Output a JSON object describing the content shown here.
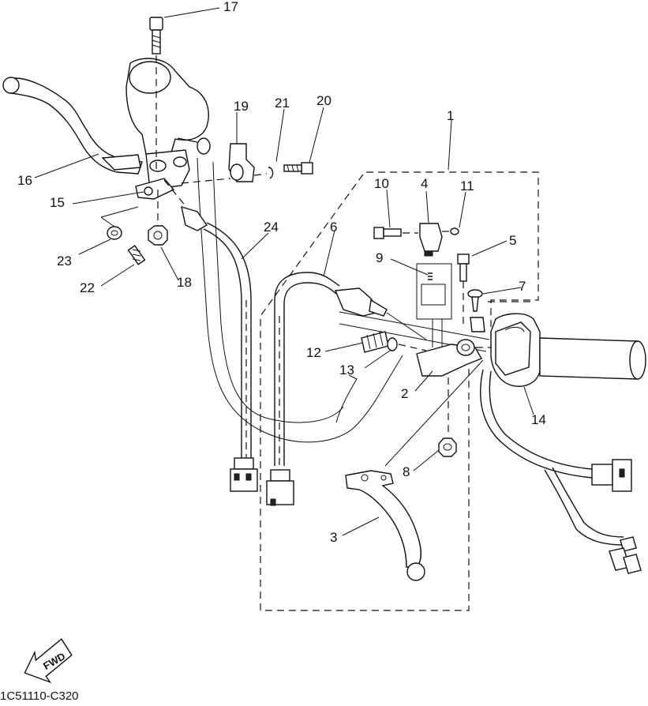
{
  "diagram": {
    "drawing_code": "1C51110-C320",
    "fwd_label": "FWD",
    "part_numbers": [
      "1",
      "2",
      "3",
      "4",
      "5",
      "6",
      "7",
      "8",
      "9",
      "10",
      "11",
      "12",
      "13",
      "14",
      "15",
      "16",
      "17",
      "18",
      "19",
      "20",
      "21",
      "22",
      "23",
      "24"
    ]
  }
}
